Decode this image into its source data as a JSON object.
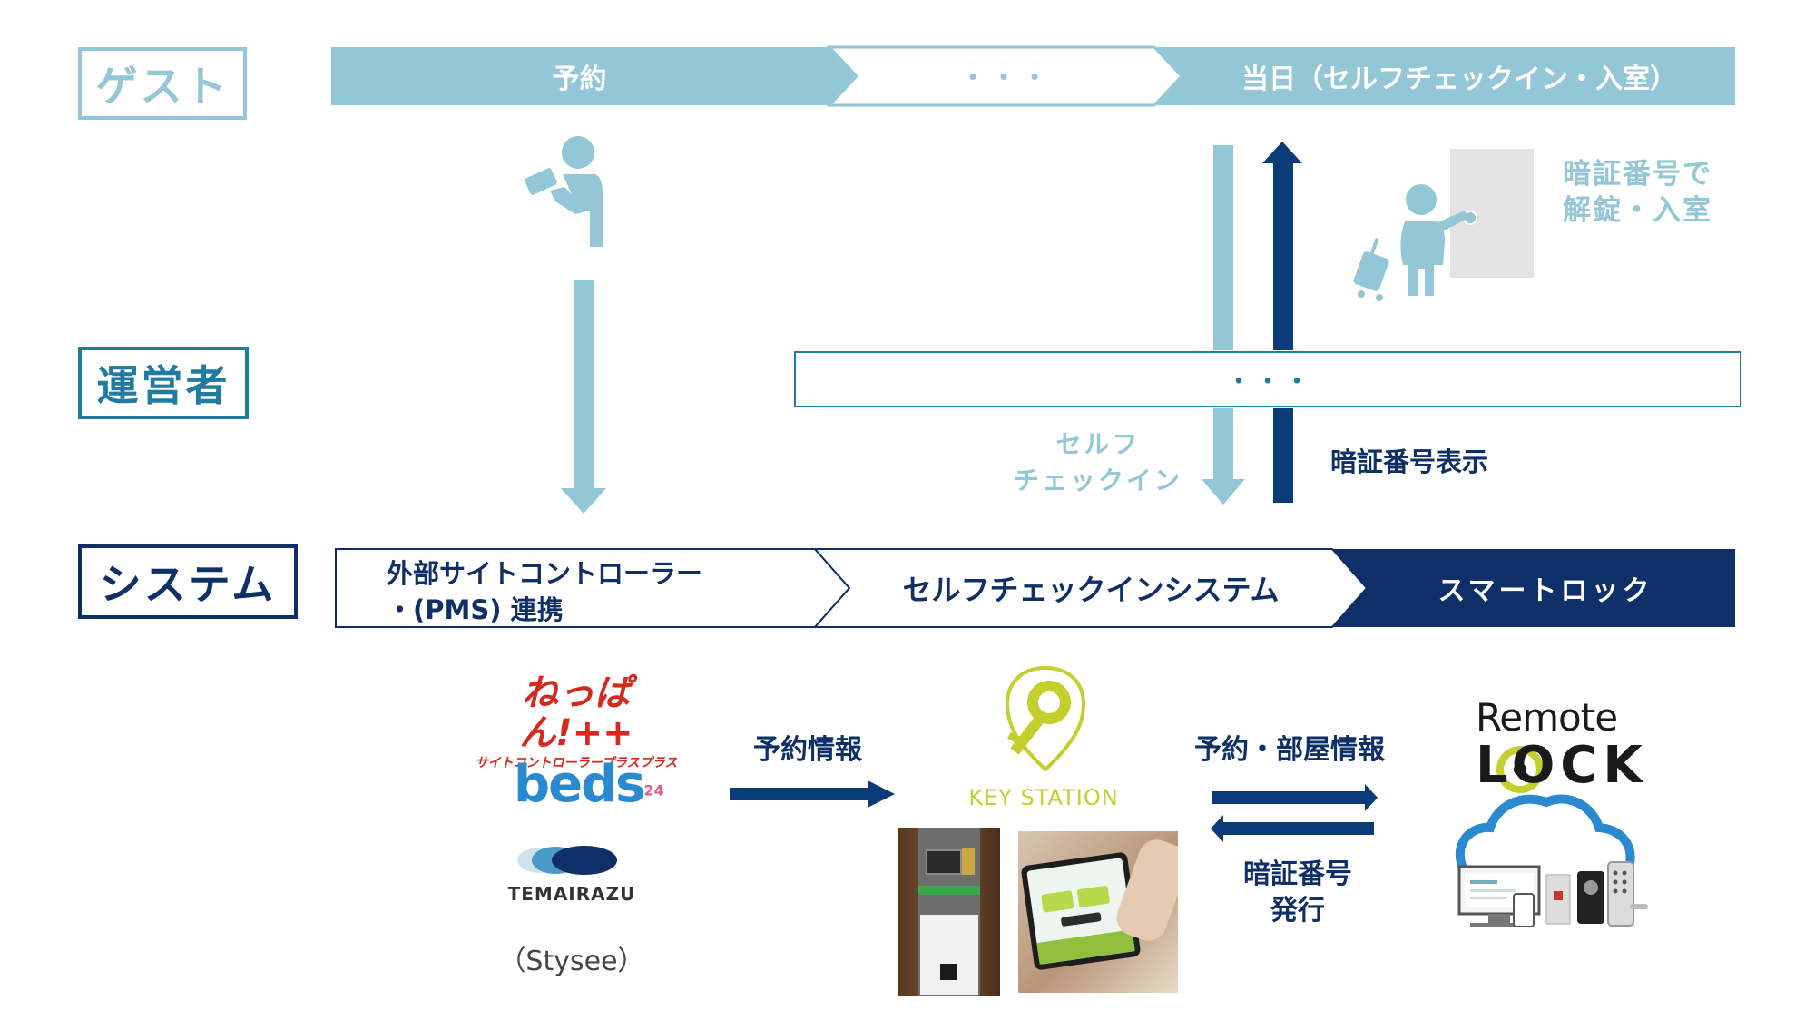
{
  "roles": {
    "guest": "ゲスト",
    "operator": "運営者",
    "system": "システム"
  },
  "guest_flow": {
    "step1": "予約",
    "step2": "・・・",
    "step3": "当日（セルフチェックイン・入室）"
  },
  "operator_band": {
    "text": "・・・"
  },
  "arrows": {
    "self_checkin_line1": "セルフ",
    "self_checkin_line2": "チェックイン",
    "passcode_display": "暗証番号表示"
  },
  "guest_caption": {
    "line1": "暗証番号で",
    "line2": "解錠・入室"
  },
  "system_flow": {
    "step1_line1": "外部サイトコントローラー",
    "step1_line2": "・(PMS) 連携",
    "step2": "セルフチェックインシステム",
    "step3": "スマートロック"
  },
  "logos": {
    "neppan_main": "ねっぱん!++",
    "neppan_sub": "サイトコントローラープラスプラス",
    "beds_main": "beds",
    "beds_sup": "24",
    "temairazu": "TEMAIRAZU",
    "stysee": "（Stysee）",
    "keystation": "KEY STATION",
    "remote": "Remote",
    "lock": "LOCK"
  },
  "bottom_labels": {
    "reservation_info": "予約情報",
    "reservation_room_info": "予約・部屋情報",
    "passcode_issue_line1": "暗証番号",
    "passcode_issue_line2": "発行"
  },
  "colors": {
    "light_blue": "#93c6d6",
    "teal": "#1f7ba0",
    "navy": "#0a3a78",
    "navy_dark": "#0e2f68",
    "key_green": "#c3cf2c"
  }
}
